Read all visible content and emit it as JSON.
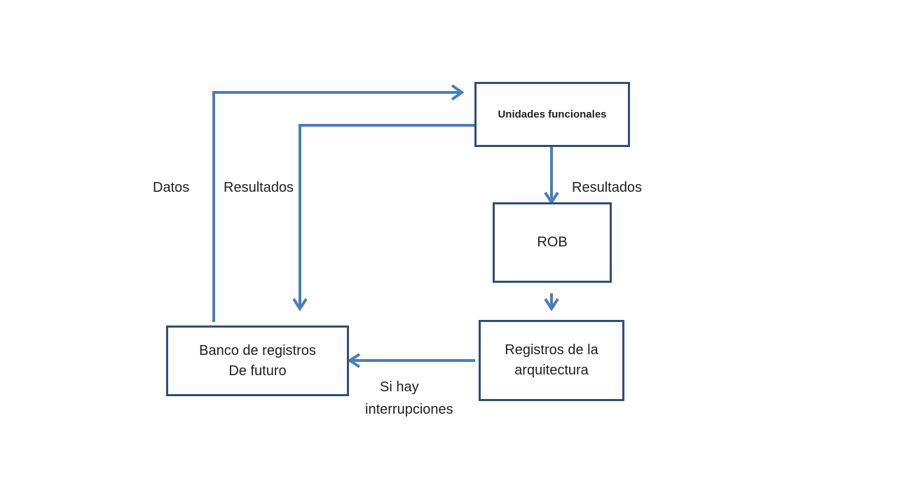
{
  "nodes": {
    "functional_units": "Unidades funcionales",
    "rob": "ROB",
    "future_file": {
      "line1": "Banco de registros",
      "line2": "De futuro"
    },
    "architecture_registers": {
      "line1": "Registros de la",
      "line2": "arquitectura"
    }
  },
  "edge_labels": {
    "data": "Datos",
    "results_left": "Resultados",
    "results_right": "Resultados",
    "interrupt_line1": "Si hay",
    "interrupt_line2": "interrupciones"
  },
  "colors": {
    "arrow": "#4a7ebb",
    "box_border": "#2f4f73"
  }
}
